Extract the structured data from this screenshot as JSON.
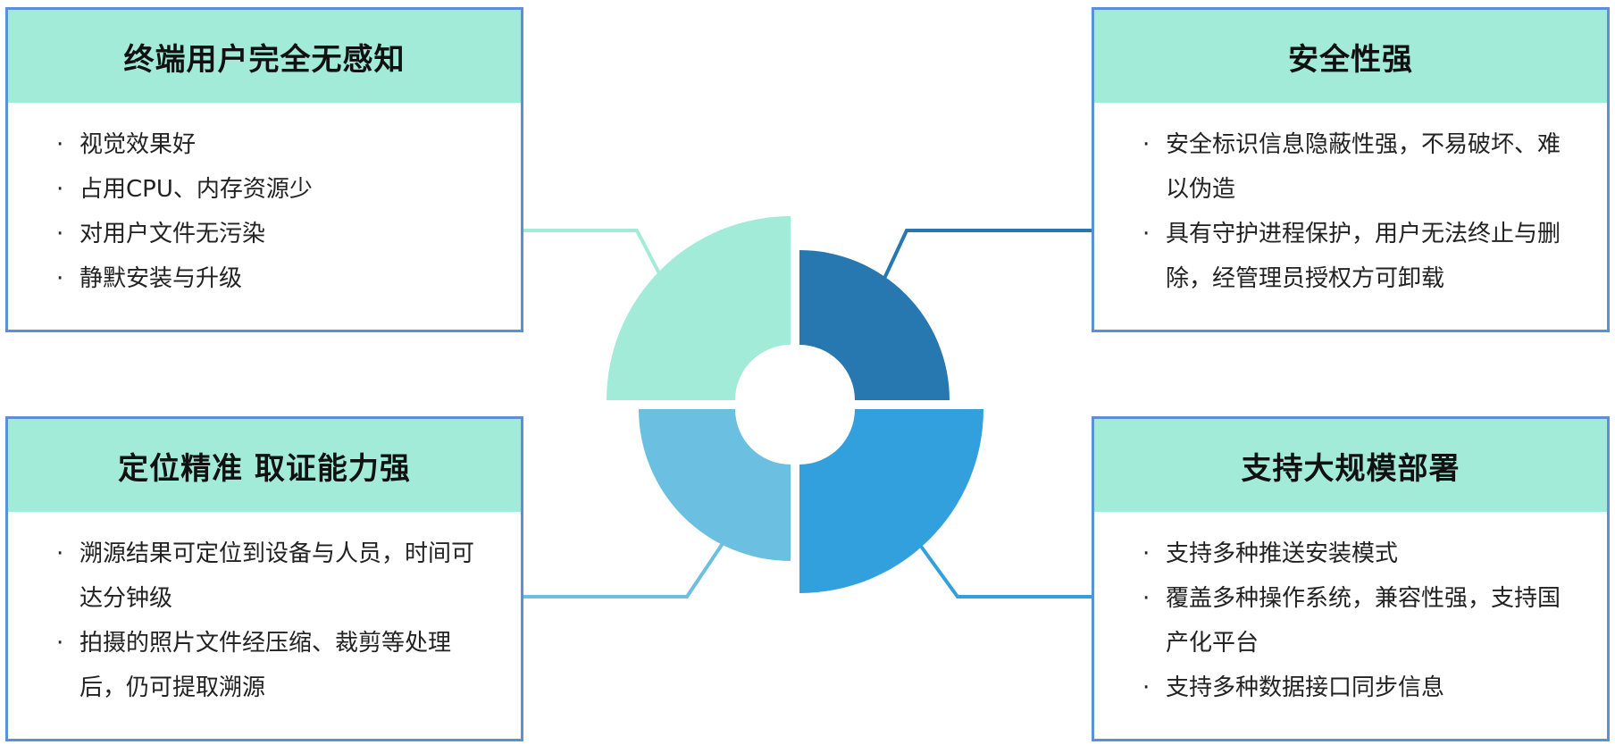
{
  "colors": {
    "border": "#5b8fd6",
    "header_bg": "#a2ebd8",
    "seg_top_left": "#a2ebd8",
    "seg_top_right": "#2777b1",
    "seg_bottom_left": "#6bbfe0",
    "seg_bottom_right": "#33a0de",
    "line_top_left": "#a2ebd8",
    "line_top_right": "#2777b1",
    "line_bottom_left": "#6bbfe0",
    "line_bottom_right": "#33a0de"
  },
  "cards": {
    "top_left": {
      "title": "终端用户完全无感知",
      "items": [
        "视觉效果好",
        "占用CPU、内存资源少",
        "对用户文件无污染",
        "静默安装与升级"
      ]
    },
    "top_right": {
      "title": "安全性强",
      "items": [
        "安全标识信息隐蔽性强，不易破坏、难以伪造",
        "具有守护进程保护，用户无法终止与删除，经管理员授权方可卸载"
      ]
    },
    "bottom_left": {
      "title": "定位精准 取证能力强",
      "items": [
        "溯源结果可定位到设备与人员，时间可达分钟级",
        "拍摄的照片文件经压缩、裁剪等处理后，仍可提取溯源"
      ]
    },
    "bottom_right": {
      "title": "支持大规模部署",
      "items": [
        "支持多种推送安装模式",
        "覆盖多种操作系统，兼容性强，支持国产化平台",
        "支持多种数据接口同步信息"
      ]
    },
    "bullet": "·"
  }
}
